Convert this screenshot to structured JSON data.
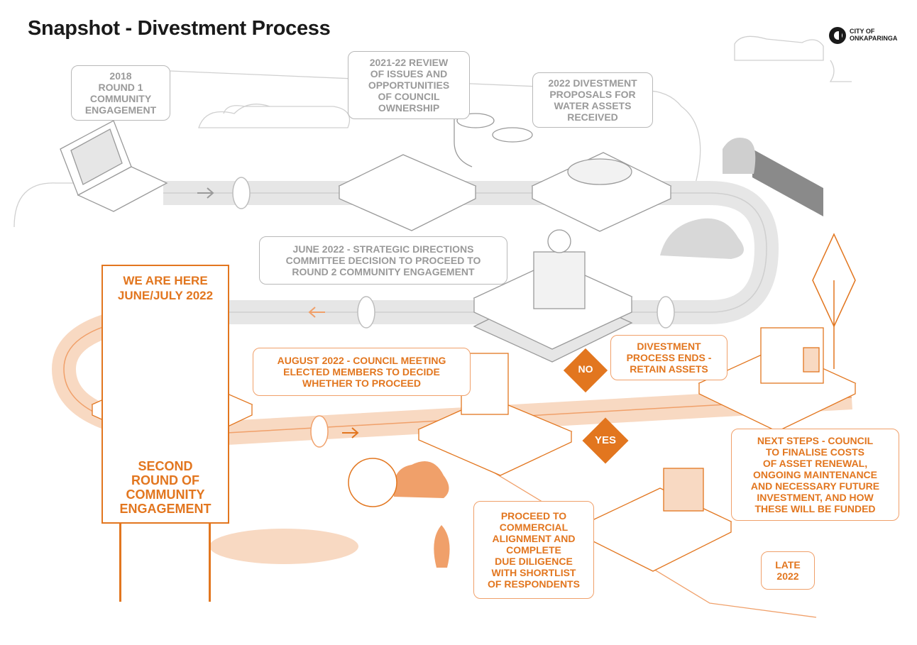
{
  "page": {
    "title": "Snapshot - Divestment Process",
    "logo_line1": "CITY OF",
    "logo_line2": "ONKAPARINGA"
  },
  "colors": {
    "orange": "#e2761f",
    "grey": "#9a9a9a",
    "light_orange": "#f8d9c2",
    "light_grey": "#e6e6e6"
  },
  "callouts": {
    "round1": "2018\nROUND 1\nCOMMUNITY\nENGAGEMENT",
    "review": "2021-22 REVIEW\nOF ISSUES AND\nOPPORTUNITIES\nOF COUNCIL\nOWNERSHIP",
    "proposals": "2022 DIVESTMENT\nPROPOSALS FOR\nWATER ASSETS\nRECEIVED",
    "june": "JUNE 2022 - STRATEGIC DIRECTIONS\nCOMMITTEE DECISION TO PROCEED TO\nROUND 2 COMMUNITY ENGAGEMENT",
    "august": "AUGUST 2022 - COUNCIL MEETING\nELECTED MEMBERS TO DECIDE\nWHETHER TO PROCEED",
    "ends": "DIVESTMENT\nPROCESS ENDS -\nRETAIN ASSETS",
    "next_steps": "NEXT STEPS - COUNCIL\nTO FINALISE COSTS\nOF ASSET RENEWAL,\nONGOING MAINTENANCE\nAND NECESSARY FUTURE\nINVESTMENT, AND HOW\nTHESE WILL BE FUNDED",
    "proceed": "PROCEED TO\nCOMMERCIAL\nALIGNMENT AND\nCOMPLETE\nDUE DILIGENCE\nWITH SHORTLIST\nOF RESPONDENTS",
    "late": "LATE\n2022"
  },
  "sign": {
    "top": "WE ARE HERE\nJUNE/JULY 2022",
    "bottom": "SECOND\nROUND OF\nCOMMUNITY\nENGAGEMENT"
  },
  "decisions": {
    "no": "NO",
    "yes": "YES"
  }
}
